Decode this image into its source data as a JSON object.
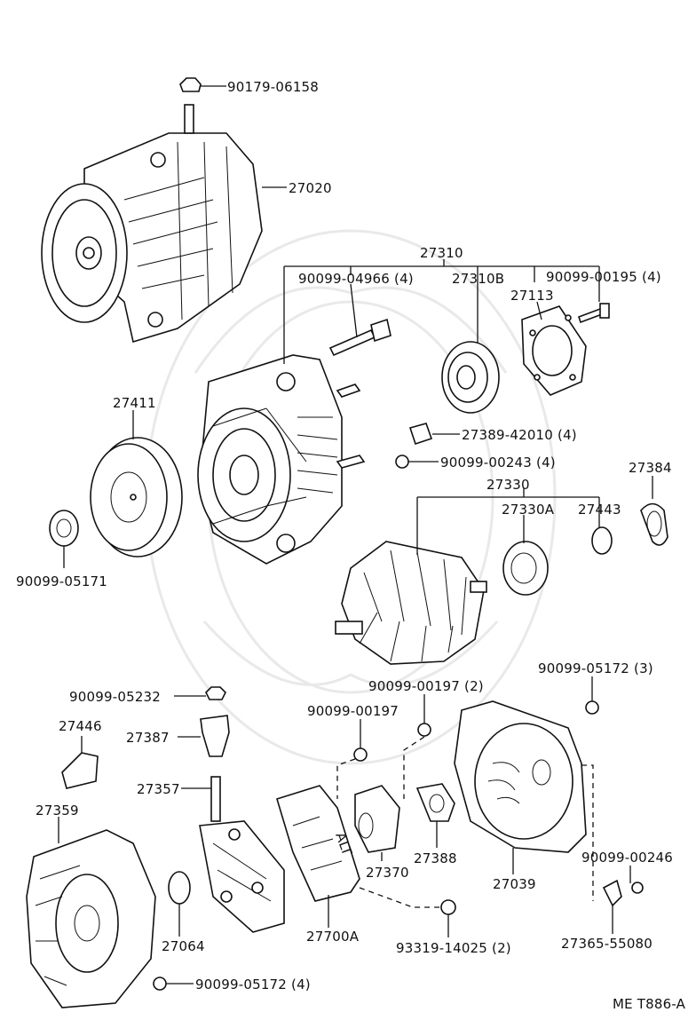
{
  "diagram_id": "ME T886-A",
  "labels": {
    "p90179_06158": "90179-06158",
    "p27020": "27020",
    "p27310": "27310",
    "p90099_04966": "90099-04966 (4)",
    "p27310B": "27310B",
    "p90099_00195": "90099-00195 (4)",
    "p27113": "27113",
    "p27411": "27411",
    "p27389_42010": "27389-42010 (4)",
    "p90099_00243": "90099-00243 (4)",
    "p27384": "27384",
    "p27330": "27330",
    "p27330A": "27330A",
    "p27443": "27443",
    "p90099_05171": "90099-05171",
    "p90099_05172_3": "90099-05172 (3)",
    "p90099_05232": "90099-05232",
    "p90099_00197_2": "90099-00197 (2)",
    "p90099_00197": "90099-00197",
    "p27446": "27446",
    "p27387": "27387",
    "p27357": "27357",
    "p27359": "27359",
    "p27370": "27370",
    "p27388": "27388",
    "p27039": "27039",
    "p90099_00246": "90099-00246",
    "p27064": "27064",
    "p27700A": "27700A",
    "p93319_14025": "93319-14025 (2)",
    "p27365_55080": "27365-55080",
    "p90099_05172_4": "90099-05172 (4)"
  }
}
